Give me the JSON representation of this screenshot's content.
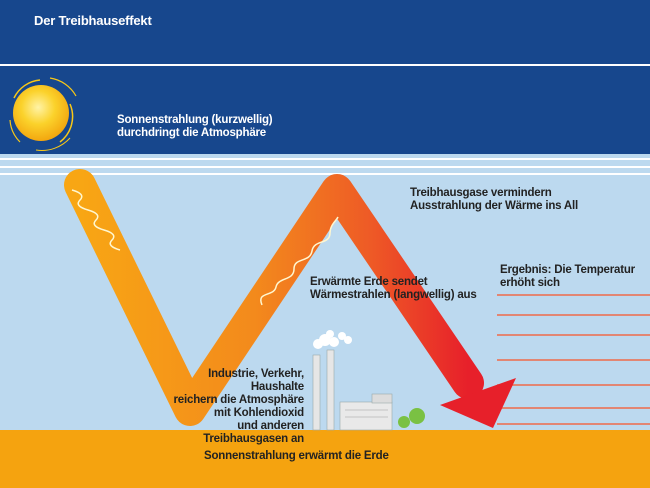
{
  "title": "Der Treibhauseffekt",
  "labels": {
    "sun_line1": "Sonnenstrahlung (kurzwellig)",
    "sun_line2": "durchdringt die Atmosphäre",
    "gases_line1": "Treibhausgase vermindern",
    "gases_line2": "Ausstrahlung der Wärme ins All",
    "earth_line1": "Erwärmte Erde sendet",
    "earth_line2": "Wärmestrahlen (langwellig) aus",
    "result_line1": "Ergebnis: Die Temperatur",
    "result_line2": "erhöht sich",
    "industry_line1": "Industrie, Verkehr, Haushalte",
    "industry_line2": "reichern die Atmosphäre",
    "industry_line3": "mit Kohlendioxid",
    "industry_line4": "und anderen Treibhausgasen an",
    "ground": "Sonnenstrahlung erwärmt die Erde"
  },
  "colors": {
    "navy": "#17478d",
    "sky": "#bcd9ef",
    "ground": "#f5a30f",
    "sun": "#f9c816",
    "arrow_start": "#f7a413",
    "arrow_end": "#e8202a",
    "result_lines": "#ee6a4a"
  },
  "icons": [
    "sun-icon",
    "factory-icon",
    "smoke-icon",
    "tree-icon"
  ]
}
